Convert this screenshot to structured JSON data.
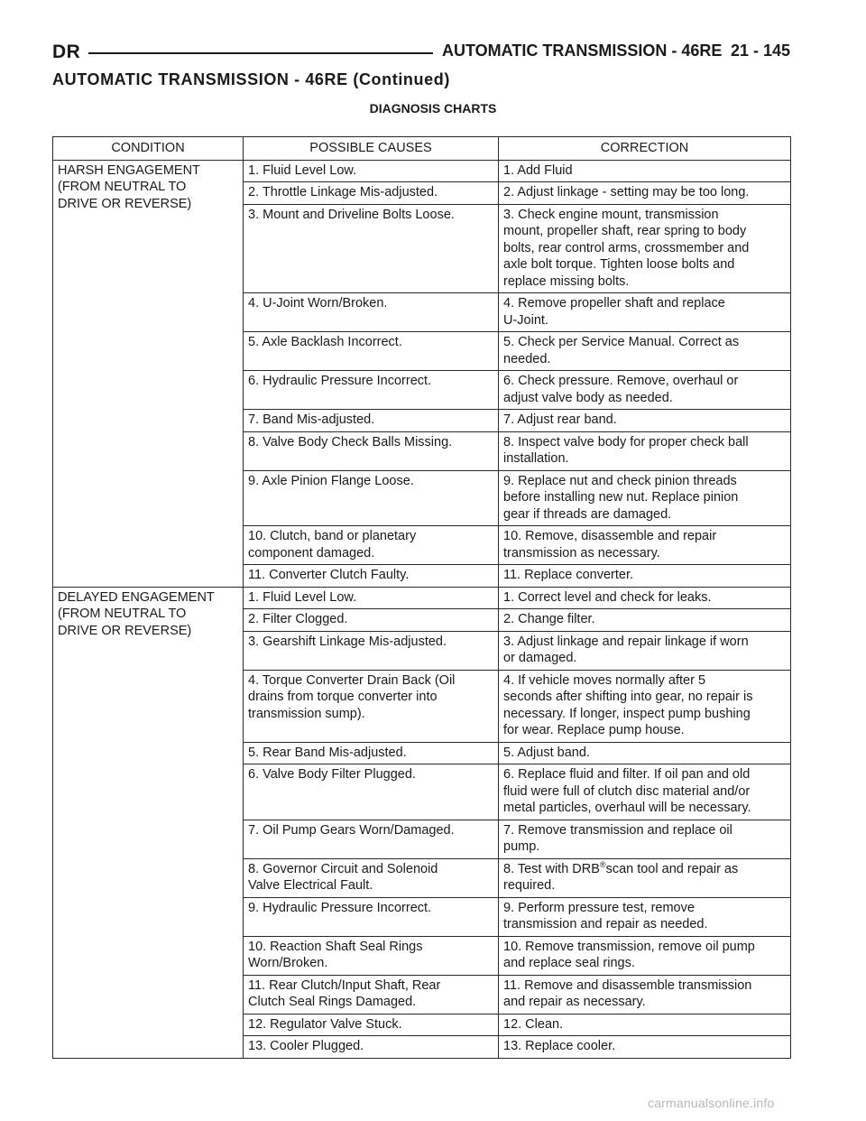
{
  "header": {
    "left": "DR",
    "section": "AUTOMATIC TRANSMISSION - 46RE",
    "page_number": "21 - 145"
  },
  "continued_title": "AUTOMATIC TRANSMISSION - 46RE (Continued)",
  "chart_title": "DIAGNOSIS CHARTS",
  "table": {
    "headers": [
      "CONDITION",
      "POSSIBLE CAUSES",
      "CORRECTION"
    ],
    "groups": [
      {
        "condition_lines": [
          "HARSH ENGAGEMENT",
          "(FROM NEUTRAL TO",
          "DRIVE OR REVERSE)"
        ],
        "rows": [
          {
            "cause": [
              "1. Fluid Level Low."
            ],
            "correction": [
              "1. Add Fluid"
            ]
          },
          {
            "cause": [
              "2. Throttle Linkage Mis-adjusted."
            ],
            "correction": [
              "2. Adjust linkage - setting may be too long."
            ]
          },
          {
            "cause": [
              "3. Mount and Driveline Bolts Loose."
            ],
            "correction": [
              "3. Check engine mount, transmission",
              "mount, propeller shaft, rear spring to body",
              "bolts, rear control arms, crossmember and",
              "axle bolt torque. Tighten loose bolts and",
              "replace missing bolts."
            ]
          },
          {
            "cause": [
              "4. U-Joint Worn/Broken."
            ],
            "correction": [
              "4. Remove propeller shaft and replace",
              "U-Joint."
            ]
          },
          {
            "cause": [
              "5. Axle Backlash Incorrect."
            ],
            "correction": [
              "5. Check per Service Manual. Correct as",
              "needed."
            ]
          },
          {
            "cause": [
              "6. Hydraulic Pressure Incorrect."
            ],
            "correction": [
              "6. Check pressure. Remove, overhaul or",
              "adjust valve body as needed."
            ]
          },
          {
            "cause": [
              "7. Band Mis-adjusted."
            ],
            "correction": [
              "7. Adjust rear band."
            ]
          },
          {
            "cause": [
              "8. Valve Body Check Balls Missing."
            ],
            "correction": [
              "8. Inspect valve body for proper check ball",
              "installation."
            ]
          },
          {
            "cause": [
              "9. Axle Pinion Flange Loose."
            ],
            "correction": [
              "9. Replace nut and check pinion threads",
              "before installing new nut. Replace pinion",
              "gear if threads are damaged."
            ]
          },
          {
            "cause": [
              "10. Clutch, band or planetary",
              "component damaged."
            ],
            "correction": [
              "10. Remove, disassemble and repair",
              "transmission as necessary."
            ]
          },
          {
            "cause": [
              "11. Converter Clutch Faulty."
            ],
            "correction": [
              "11. Replace converter."
            ]
          }
        ]
      },
      {
        "condition_lines": [
          "DELAYED ENGAGEMENT",
          "(FROM NEUTRAL TO",
          "DRIVE OR REVERSE)"
        ],
        "rows": [
          {
            "cause": [
              "1. Fluid Level Low."
            ],
            "correction": [
              "1. Correct level and check for leaks."
            ]
          },
          {
            "cause": [
              "2. Filter Clogged."
            ],
            "correction": [
              "2. Change filter."
            ]
          },
          {
            "cause": [
              "3. Gearshift Linkage Mis-adjusted."
            ],
            "correction": [
              "3. Adjust linkage and repair linkage if worn",
              "or damaged."
            ]
          },
          {
            "cause": [
              "4. Torque Converter Drain Back (Oil",
              "drains from torque converter into",
              "transmission sump)."
            ],
            "correction": [
              "4. If vehicle moves normally after 5",
              "seconds after shifting into gear, no repair is",
              "necessary. If longer, inspect pump bushing",
              "for wear. Replace pump house."
            ]
          },
          {
            "cause": [
              "5. Rear Band Mis-adjusted."
            ],
            "correction": [
              "5. Adjust band."
            ]
          },
          {
            "cause": [
              "6. Valve Body Filter Plugged."
            ],
            "correction": [
              "6. Replace fluid and filter. If oil pan and old",
              "fluid were full of clutch disc material and/or",
              "metal particles, overhaul will be necessary."
            ]
          },
          {
            "cause": [
              "7. Oil Pump Gears Worn/Damaged."
            ],
            "correction": [
              "7. Remove transmission and replace oil",
              "pump."
            ]
          },
          {
            "cause": [
              "8. Governor Circuit and Solenoid",
              "Valve Electrical Fault."
            ],
            "correction": [
              "8. Test with DRB®scan tool and repair as",
              "required."
            ]
          },
          {
            "cause": [
              "9. Hydraulic Pressure Incorrect."
            ],
            "correction": [
              "9. Perform pressure test, remove",
              "transmission and repair as needed."
            ]
          },
          {
            "cause": [
              "10. Reaction Shaft Seal Rings",
              "Worn/Broken."
            ],
            "correction": [
              "10. Remove transmission, remove oil pump",
              "and replace seal rings."
            ]
          },
          {
            "cause": [
              "11. Rear Clutch/Input Shaft, Rear",
              "Clutch Seal Rings Damaged."
            ],
            "correction": [
              "11. Remove and disassemble transmission",
              "and repair as necessary."
            ]
          },
          {
            "cause": [
              "12. Regulator Valve Stuck."
            ],
            "correction": [
              "12. Clean."
            ]
          },
          {
            "cause": [
              "13. Cooler Plugged."
            ],
            "correction": [
              "13. Replace cooler."
            ]
          }
        ]
      }
    ]
  },
  "footer": "carmanualsonline.info"
}
